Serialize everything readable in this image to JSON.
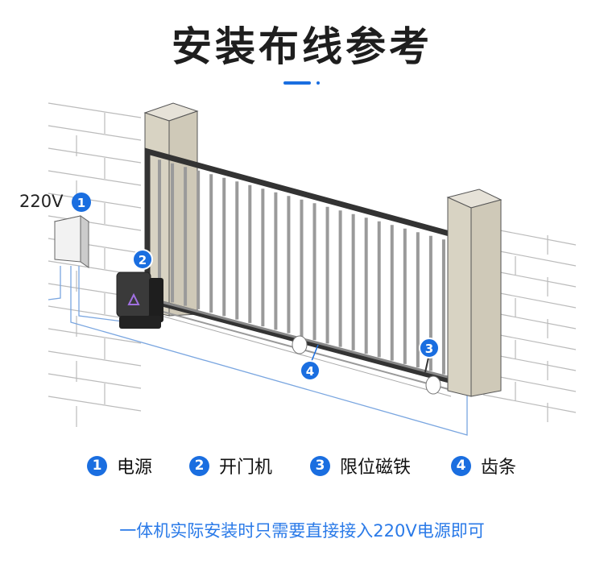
{
  "title": "安装布线参考",
  "voltage_label": "220V",
  "markers": [
    "1",
    "2",
    "3",
    "4"
  ],
  "legend": [
    {
      "num": "1",
      "label": "电源"
    },
    {
      "num": "2",
      "label": "开门机"
    },
    {
      "num": "3",
      "label": "限位磁铁"
    },
    {
      "num": "4",
      "label": "齿条"
    }
  ],
  "note": "一体机实际安装时只需要直接接入220V电源即可",
  "colors": {
    "accent": "#1a6ee0",
    "note": "#2a7ae8",
    "wire": "#7aa6e0"
  }
}
